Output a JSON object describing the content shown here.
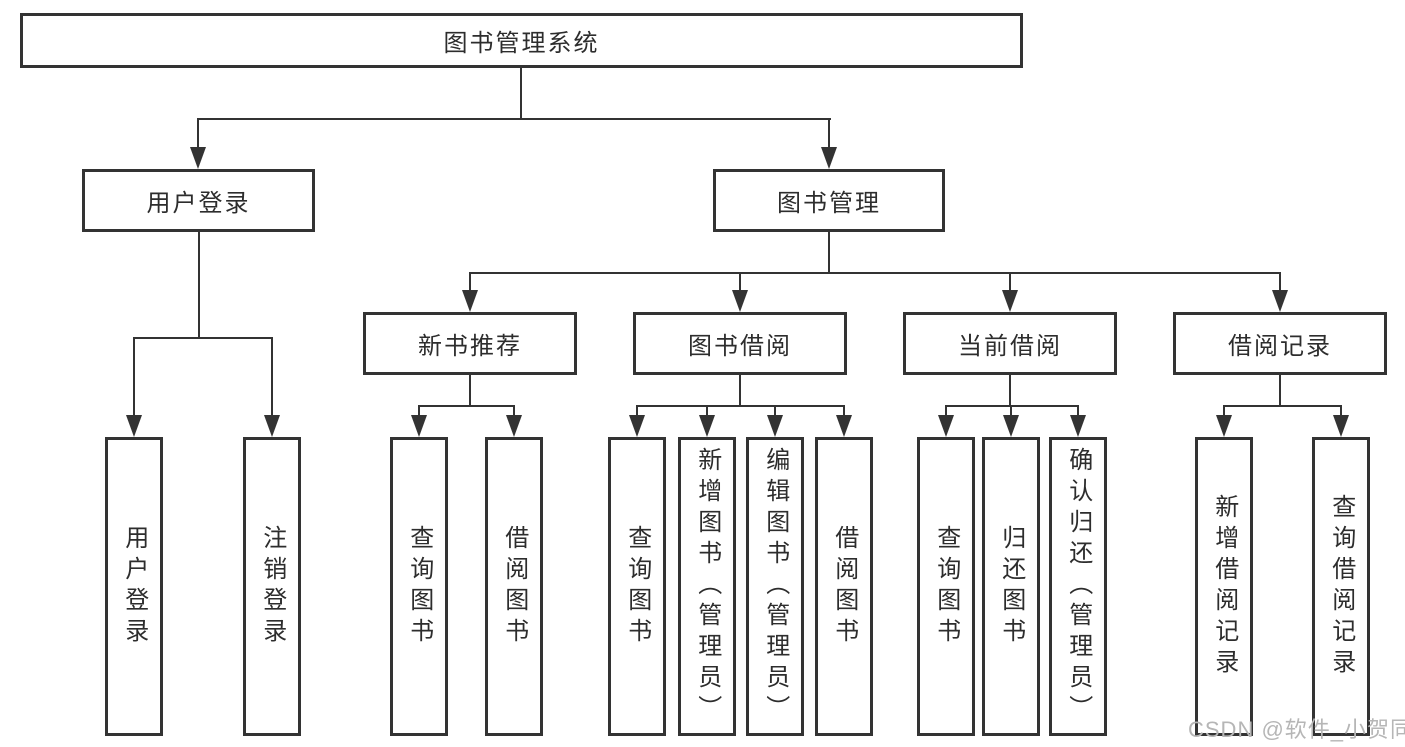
{
  "diagram": {
    "root": {
      "label": "图书管理系统"
    },
    "level2": [
      {
        "label": "用户登录"
      },
      {
        "label": "图书管理"
      }
    ],
    "level3": [
      {
        "label": "新书推荐"
      },
      {
        "label": "图书借阅"
      },
      {
        "label": "当前借阅"
      },
      {
        "label": "借阅记录"
      }
    ],
    "leaves": [
      {
        "label": "用户登录",
        "parent": "用户登录"
      },
      {
        "label": "注销登录",
        "parent": "用户登录"
      },
      {
        "label": "查询图书",
        "parent": "新书推荐"
      },
      {
        "label": "借阅图书",
        "parent": "新书推荐"
      },
      {
        "label": "查询图书",
        "parent": "图书借阅"
      },
      {
        "label": "新增图书（管理员）",
        "parent": "图书借阅"
      },
      {
        "label": "编辑图书（管理员）",
        "parent": "图书借阅"
      },
      {
        "label": "借阅图书",
        "parent": "图书借阅"
      },
      {
        "label": "查询图书",
        "parent": "当前借阅"
      },
      {
        "label": "归还图书",
        "parent": "当前借阅"
      },
      {
        "label": "确认归还（管理员）",
        "parent": "当前借阅"
      },
      {
        "label": "新增借阅记录",
        "parent": "借阅记录"
      },
      {
        "label": "查询借阅记录",
        "parent": "借阅记录"
      }
    ]
  },
  "watermark": {
    "text": "CSDN @软件_小贺同学"
  },
  "colors": {
    "line": "#333333",
    "text": "#2d2d2d",
    "background": "#ffffff",
    "watermark": "#b6b6b6"
  }
}
